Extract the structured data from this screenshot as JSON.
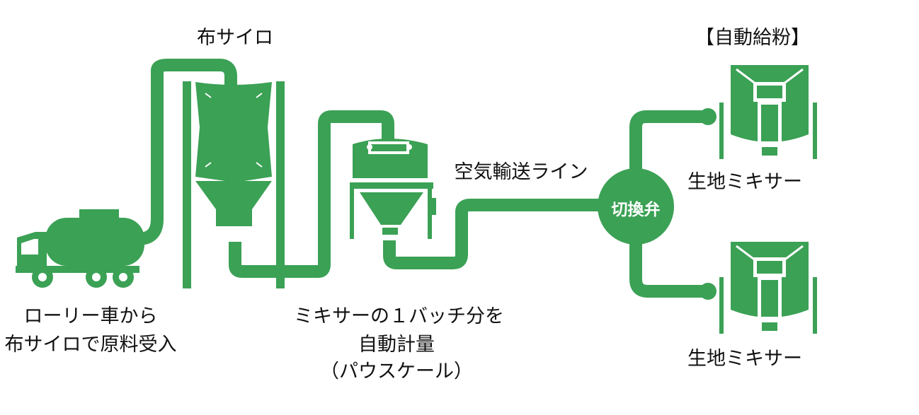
{
  "colors": {
    "primary": "#3ba155",
    "dark": "#2e8a47",
    "background": "#ffffff",
    "text": "#111111"
  },
  "labels": {
    "silo": "布サイロ",
    "auto_feed": "【自動給粉】",
    "conveying_line": "空気輸送ライン",
    "switch_valve": "切換弁",
    "mixer_top": "生地ミキサー",
    "mixer_bottom": "生地ミキサー",
    "truck_line1": "ローリー車から",
    "truck_line2": "布サイロで原料受入",
    "scale_line1": "ミキサーの１バッチ分を",
    "scale_line2": "自動計量",
    "scale_line3": "（パウスケール）"
  },
  "icons": {
    "truck": "tank-truck-icon",
    "silo": "fabric-silo-icon",
    "scale": "weighing-hopper-icon",
    "mixer": "dough-mixer-icon"
  }
}
